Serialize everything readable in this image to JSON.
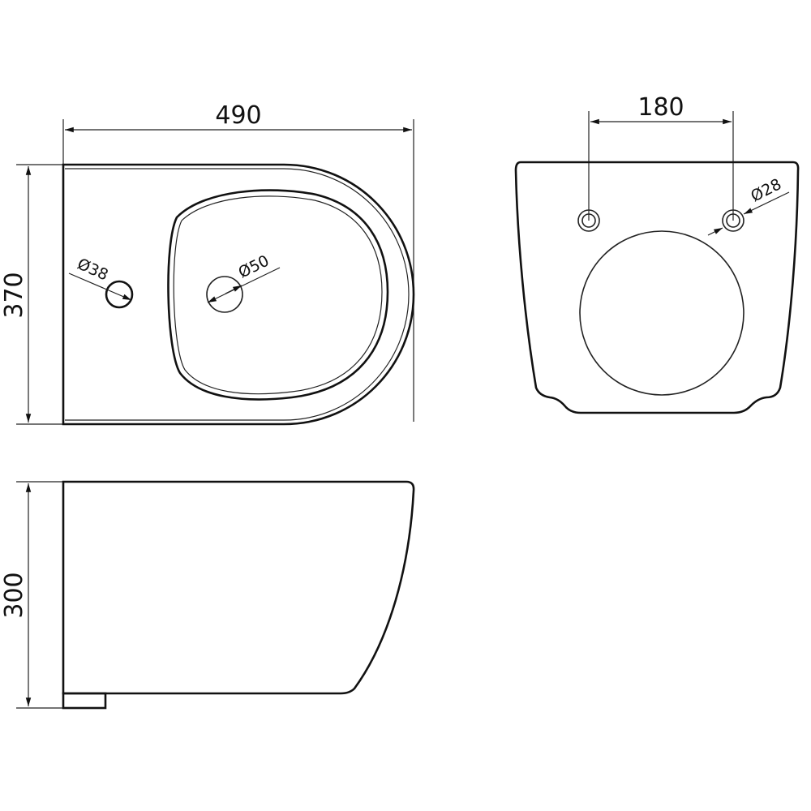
{
  "drawing": {
    "subject": "wall-hung bidet technical drawing",
    "units": "mm",
    "views": {
      "top_view": {
        "width_dim": "490",
        "depth_dim": "370",
        "tap_hole_dim": "Ø38",
        "drain_dim": "Ø50"
      },
      "rear_view": {
        "fixing_spacing_dim": "180",
        "fixing_hole_dim": "Ø28"
      },
      "side_view": {
        "height_dim": "300"
      }
    },
    "colors": {
      "line": "#111111",
      "background": "#ffffff"
    }
  }
}
